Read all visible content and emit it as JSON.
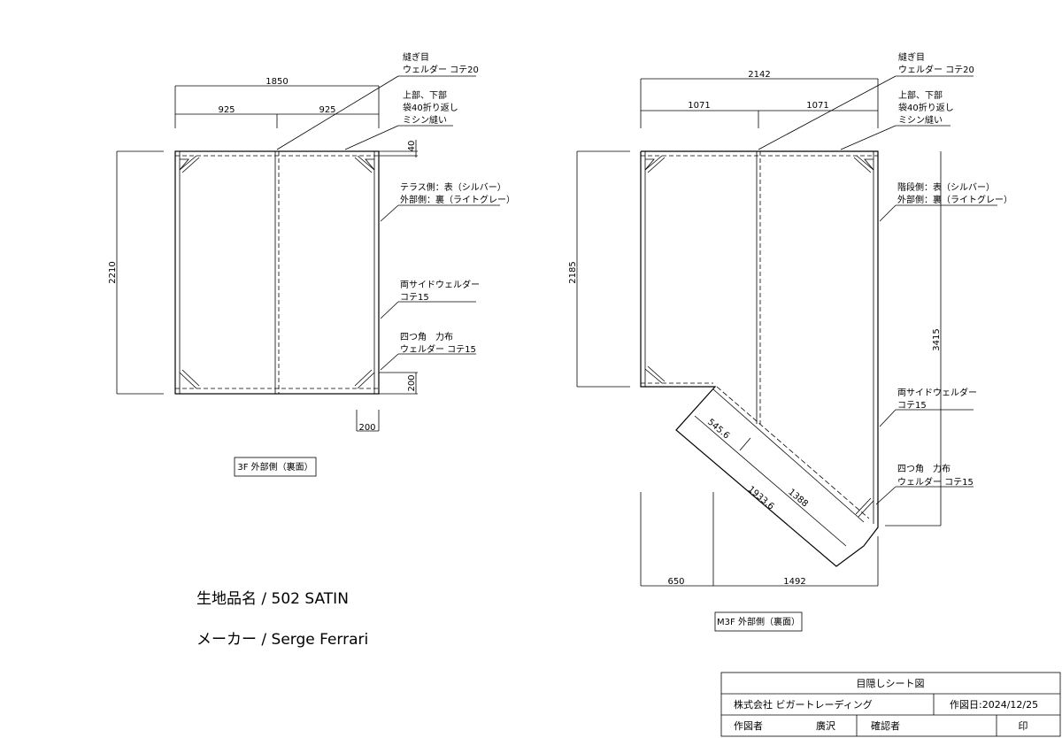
{
  "left_sheet": {
    "width_total": "1850",
    "width_half_left": "925",
    "width_half_right": "925",
    "height": "2210",
    "top_margin": "40",
    "bottom_margin": "200",
    "corner_width": "200",
    "notes": {
      "seam_1": "縫ぎ目",
      "seam_2": "ウェルダー コテ20",
      "hem_1": "上部、下部",
      "hem_2": "袋40折り返し",
      "hem_3": "ミシン縫い",
      "side_1": "テラス側：表（シルバー）",
      "side_2": "外部側：裏（ライトグレー）",
      "edge_1": "両サイドウェルダー",
      "edge_2": "コテ15",
      "corner_1": "四つ角　力布",
      "corner_2": "ウェルダー コテ15"
    },
    "caption": "3F 外部側（裏面）"
  },
  "right_sheet": {
    "width_total": "2142",
    "width_half_left": "1071",
    "width_half_right": "1071",
    "height_left": "2185",
    "height_right": "3415",
    "diag_1": "545.6",
    "diag_2": "1933.6",
    "diag_3": "1388",
    "bottom_left": "650",
    "bottom_right": "1492",
    "notes": {
      "seam_1": "縫ぎ目",
      "seam_2": "ウェルダー コテ20",
      "hem_1": "上部、下部",
      "hem_2": "袋40折り返し",
      "hem_3": "ミシン縫い",
      "side_1": "階段側：表（シルバー）",
      "side_2": "外部側：裏（ライトグレー）",
      "edge_1": "両サイドウェルダー",
      "edge_2": "コテ15",
      "corner_1": "四つ角　力布",
      "corner_2": "ウェルダー コテ15"
    },
    "caption": "M3F 外部側（裏面）"
  },
  "material": "生地品名 / 502 SATIN",
  "maker": "メーカー / Serge Ferrari",
  "title_block": {
    "title": "目隠しシート図",
    "company": "株式会社 ビガートレーディング",
    "date": "作図日:2024/12/25",
    "drafter_label": "作図者",
    "drafter_name": "廣沢",
    "checker_label": "確認者",
    "seal": "印"
  }
}
